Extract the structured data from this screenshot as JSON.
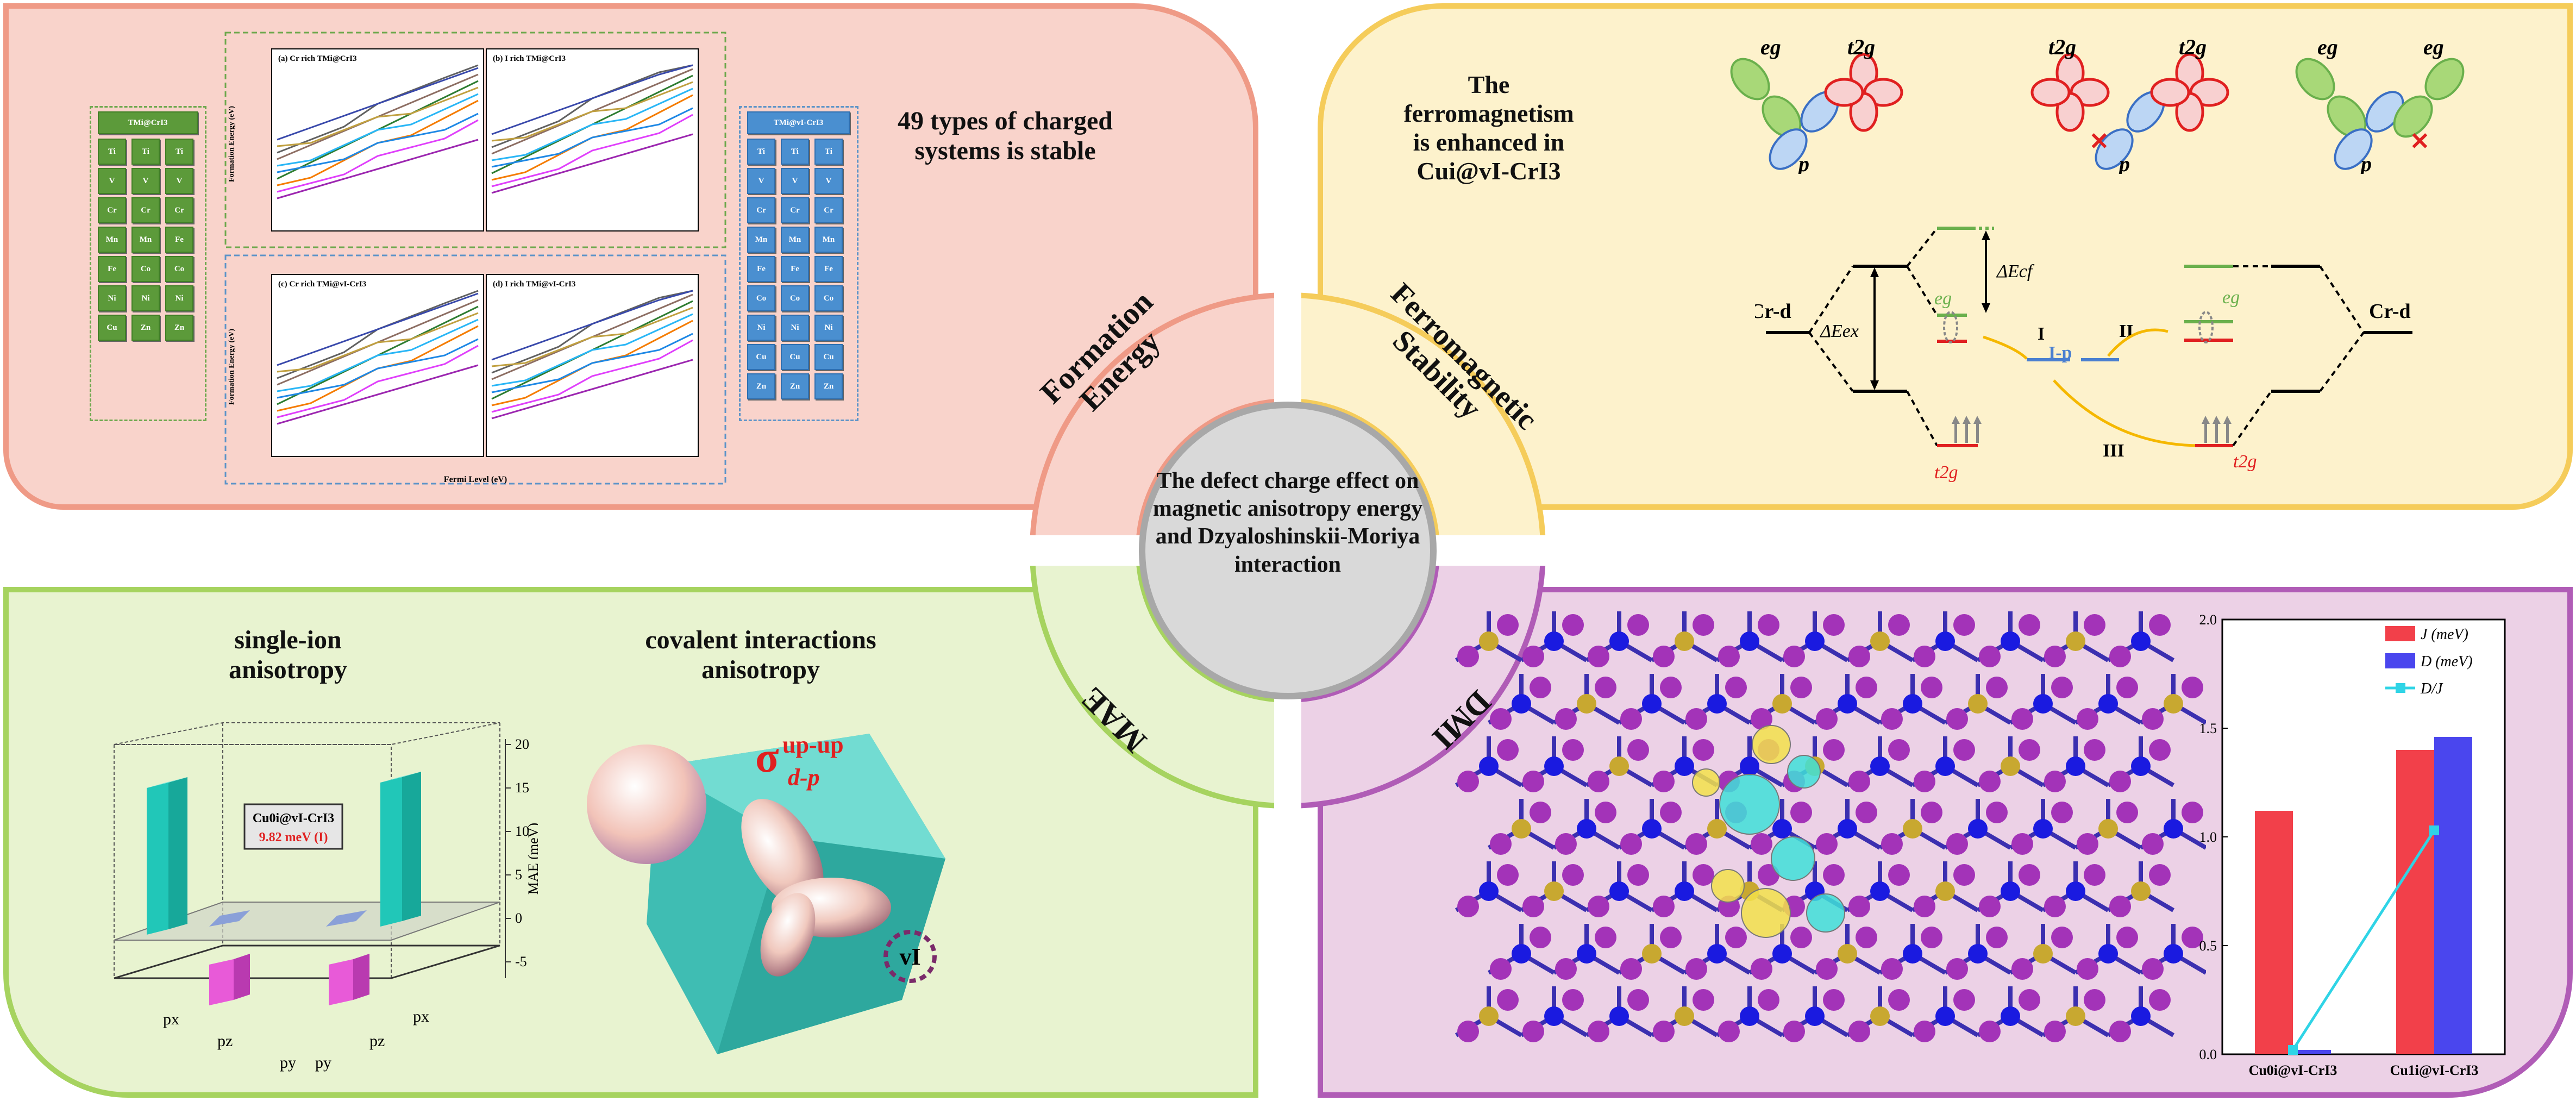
{
  "center": {
    "title": "The defect charge effect on magnetic anisotropy energy and Dzyaloshinskii-Moriya interaction"
  },
  "formation": {
    "label": "Formation Energy",
    "headline": "49 types of charged systems is stable",
    "panel_a": "(a) Cr rich  TMi@CrI3",
    "panel_b": "(b) I rich  TMi@CrI3",
    "panel_c": "(c) Cr rich  TMi@vI-CrI3",
    "panel_d": "(d) I rich  TMi@vI-CrI3",
    "ylabel": "Formation Energy (eV)",
    "xlabel": "Fermi Level (eV)",
    "box_left": "TMi@CrI3",
    "box_right": "TMi@vI-CrI3",
    "tiles_left": [
      "Ti",
      "Ti",
      "Ti",
      "V",
      "V",
      "V",
      "Cr",
      "Cr",
      "Cr",
      "Mn",
      "Mn",
      "Fe",
      "Fe",
      "Co",
      "Co",
      "Ni",
      "Ni",
      "Ni",
      "Cu",
      "Zn",
      "Zn"
    ],
    "tiles_right": [
      "Ti",
      "Ti",
      "Ti",
      "V",
      "V",
      "V",
      "Cr",
      "Cr",
      "Cr",
      "Mn",
      "Mn",
      "Mn",
      "Fe",
      "Fe",
      "Fe",
      "Co",
      "Co",
      "Co",
      "Ni",
      "Ni",
      "Ni",
      "Cu",
      "Cu",
      "Cu",
      "Zn",
      "Zn",
      "Zn"
    ]
  },
  "ferro": {
    "label": "Ferromagnetic Stability",
    "headline_1": "The ferromagnetism",
    "headline_2": "is enhanced in",
    "headline_3": "Cui@vI-CrI3",
    "orbitals": [
      "eg",
      "t2g",
      "p",
      "t2g",
      "t2g",
      "p",
      "eg",
      "eg",
      "p"
    ],
    "cr_d": "Cr-d",
    "delta_ex": "ΔEex",
    "delta_cf": "ΔEcf",
    "eg": "eg",
    "t2g": "t2g",
    "i_p": "I-p",
    "paths": [
      "I",
      "II",
      "III"
    ]
  },
  "mae": {
    "label": "MAE",
    "title_left": "single-ion anisotropy",
    "title_right": "covalent interactions anisotropy",
    "box_name": "Cu0i@vI-CrI3",
    "box_value": "9.82 meV (I)",
    "zlabel": "MAE (meV)",
    "zticks": [
      "20",
      "15",
      "10",
      "5",
      "0",
      "-5"
    ],
    "sigma": "σ",
    "sigma_sup": "up-up",
    "sigma_sub": "d-p",
    "vacancy": "vI",
    "axis_labels": [
      "px",
      "pz",
      "py",
      "pz",
      "py",
      "px"
    ]
  },
  "dmi": {
    "label": "DMI",
    "chart": {
      "type": "bar",
      "categories": [
        "Cu0i@vI-CrI3",
        "Cu1i@vI-CrI3"
      ],
      "series": [
        {
          "name": "J (meV)",
          "values": [
            1.12,
            1.4
          ],
          "color": "#f2404a"
        },
        {
          "name": "D (meV)",
          "values": [
            0.02,
            1.46
          ],
          "color": "#4a46ee"
        },
        {
          "name": "D/J",
          "values": [
            0.02,
            1.03
          ],
          "color": "#2fd4e6"
        }
      ],
      "ylim": [
        0.0,
        2.0
      ],
      "yticks": [
        "0.0",
        "0.5",
        "1.0",
        "1.5",
        "2.0"
      ]
    }
  },
  "colors": {
    "fe_fill": "#f9d3cb",
    "fe_border": "#ef9a86",
    "fm_fill": "#fdf2cc",
    "fm_border": "#f5cc5a",
    "mae_fill": "#e8f3d0",
    "mae_border": "#a6d35f",
    "dmi_fill": "#ecd1e6",
    "dmi_border": "#b05cb6"
  }
}
